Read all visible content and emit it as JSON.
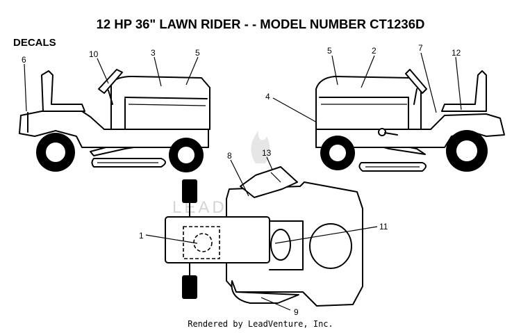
{
  "title": "12 HP 36\" LAWN RIDER - - MODEL NUMBER CT1236D",
  "section_label": "DECALS",
  "footer": "Rendered by LeadVenture, Inc.",
  "watermark": "LEADVENTURE",
  "callouts": [
    "1",
    "2",
    "3",
    "4",
    "5",
    "5",
    "6",
    "7",
    "8",
    "9",
    "10",
    "11",
    "12",
    "13"
  ],
  "colors": {
    "ink": "#000000",
    "paper": "#ffffff",
    "watermark": "#d4d4d4"
  }
}
